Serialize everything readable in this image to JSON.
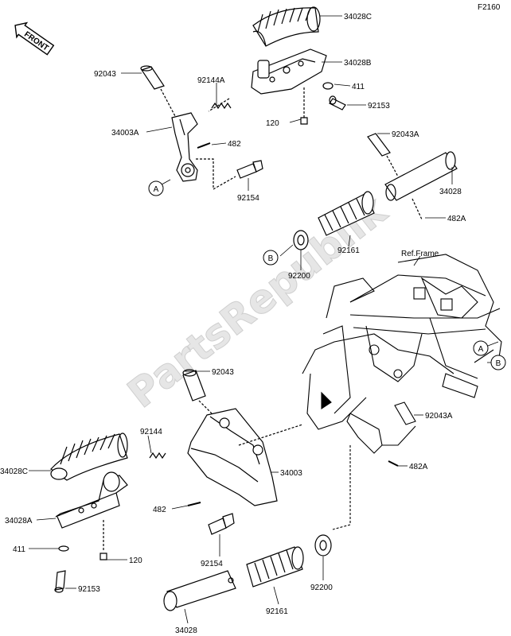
{
  "sheet_code": "F2160",
  "direction_badge": "FRONT",
  "watermark": "PartsRepublik",
  "frame_label": "Ref.Frame",
  "callouts": {
    "A": "A",
    "B": "B"
  },
  "part_labels": {
    "p34028C_top": "34028C",
    "p34028B_top": "34028B",
    "p411_top": "411",
    "p92153_top": "92153",
    "p120_top": "120",
    "p92043_top": "92043",
    "p92144A": "92144A",
    "p34003A": "34003A",
    "p482_top": "482",
    "p92154_top": "92154",
    "p92043A_top": "92043A",
    "p34028_right": "34028",
    "p482A_top": "482A",
    "p92161_top": "92161",
    "p92200_top": "92200",
    "p92043_mid": "92043",
    "p92144": "92144",
    "p34028C_left": "34028C",
    "p34028A": "34028A",
    "p411_bottom": "411",
    "p120_bottom": "120",
    "p92153_bottom": "92153",
    "p34003": "34003",
    "p482_bottom": "482",
    "p92154_bottom": "92154",
    "p92043A_right": "92043A",
    "p482A_right": "482A",
    "p92200_bottom": "92200",
    "p92161_bottom": "92161",
    "p34028_bottom": "34028"
  }
}
